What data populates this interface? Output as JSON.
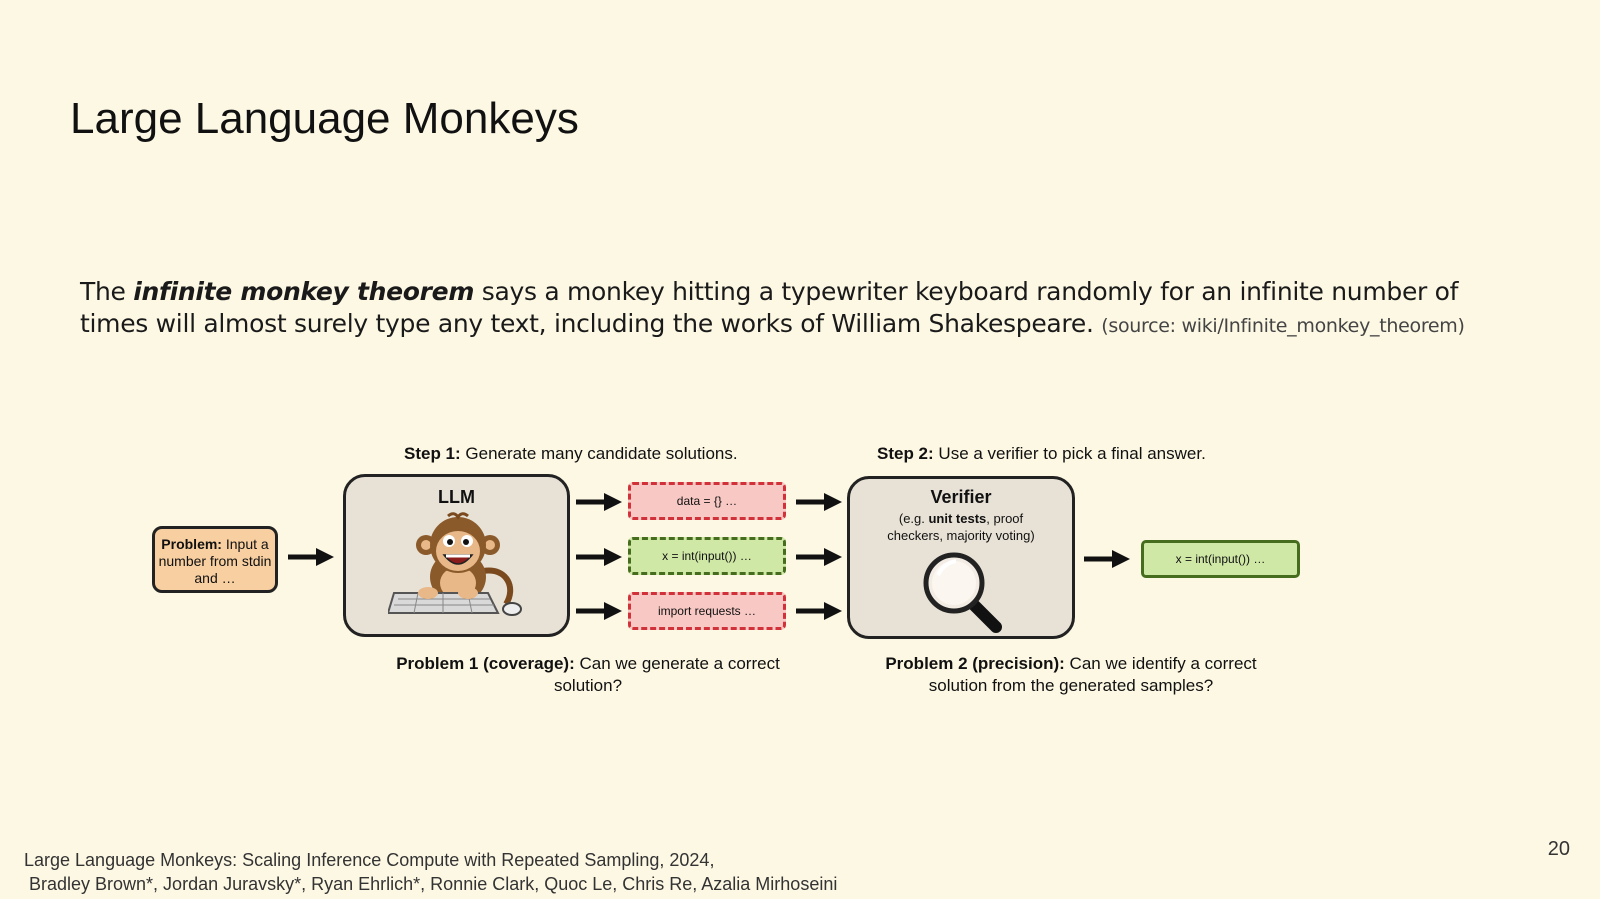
{
  "slide": {
    "title": "Large Language Monkeys",
    "intro": {
      "part1": "The ",
      "emphasis": "infinite monkey theorem",
      "part2": " says a monkey hitting a typewriter keyboard randomly for an infinite number of times will almost surely type any text, including the works of William Shakespeare. ",
      "source": "(source: wiki/Infinite_monkey_theorem)"
    },
    "page_number": "20"
  },
  "diagram": {
    "step1": {
      "bold": "Step 1:",
      "text": " Generate many candidate solutions."
    },
    "step2": {
      "bold": "Step 2:",
      "text": " Use a verifier to pick a final answer."
    },
    "problem": {
      "bold": "Problem:",
      "text": " Input a number from stdin and …"
    },
    "llm_label": "LLM",
    "candidates": [
      "data = {} …",
      "x = int(input()) …",
      "import requests …"
    ],
    "verifier": {
      "title": "Verifier",
      "line1_pre": "(e.g. ",
      "line1_bold": "unit tests",
      "line1_post": ", proof",
      "line2": "checkers, majority voting)"
    },
    "final_answer": "x = int(input()) …",
    "problem1": {
      "bold": "Problem 1 (coverage):",
      "text": " Can we generate a correct",
      "line2": "solution?"
    },
    "problem2": {
      "bold": "Problem 2 (precision):",
      "text": " Can we identify a correct",
      "line2": "solution from the generated samples?"
    }
  },
  "footer": {
    "line1": "Large Language Monkeys: Scaling Inference Compute with Repeated Sampling, 2024,",
    "line2": " Bradley Brown*, Jordan Juravsky*, Ryan Ehrlich*, Ronnie Clark, Quoc Le, Chris Re, Azalia Mirhoseini"
  }
}
